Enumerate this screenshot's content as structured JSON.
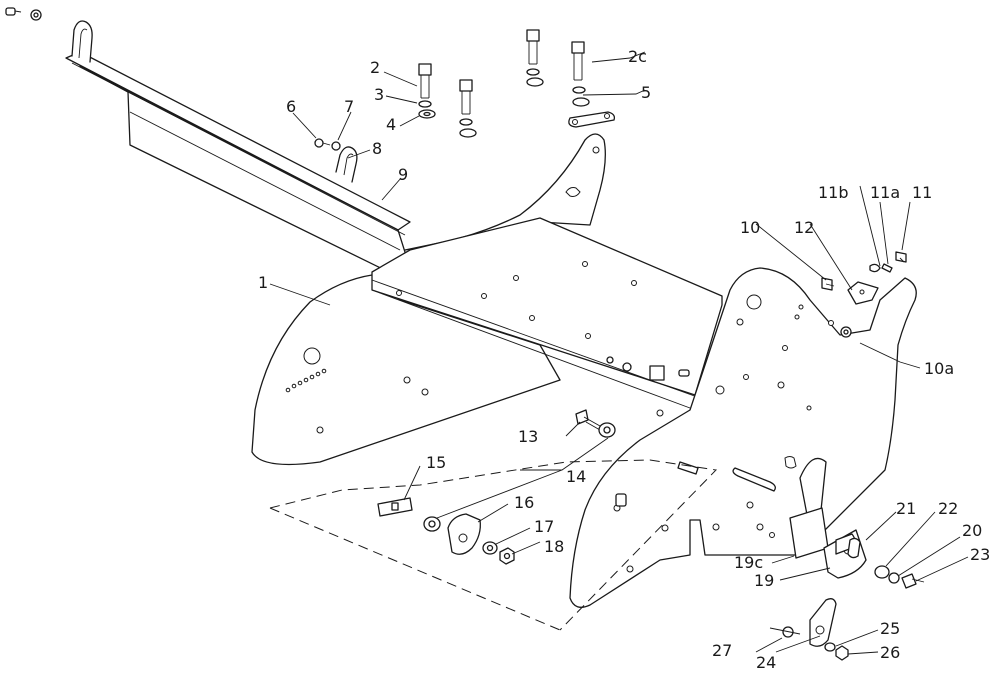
{
  "callouts": {
    "c1": "1",
    "c2": "2",
    "c2c": "2c",
    "c3": "3",
    "c4": "4",
    "c5": "5",
    "c6": "6",
    "c7": "7",
    "c8": "8",
    "c9": "9",
    "c10": "10",
    "c10a": "10a",
    "c11": "11",
    "c11a": "11a",
    "c11b": "11b",
    "c12": "12",
    "c13": "13",
    "c14": "14",
    "c15": "15",
    "c16": "16",
    "c17": "17",
    "c18": "18",
    "c19": "19",
    "c19c": "19c",
    "c20": "20",
    "c21": "21",
    "c22": "22",
    "c23": "23",
    "c24": "24",
    "c25": "25",
    "c26": "26",
    "c27": "27"
  }
}
